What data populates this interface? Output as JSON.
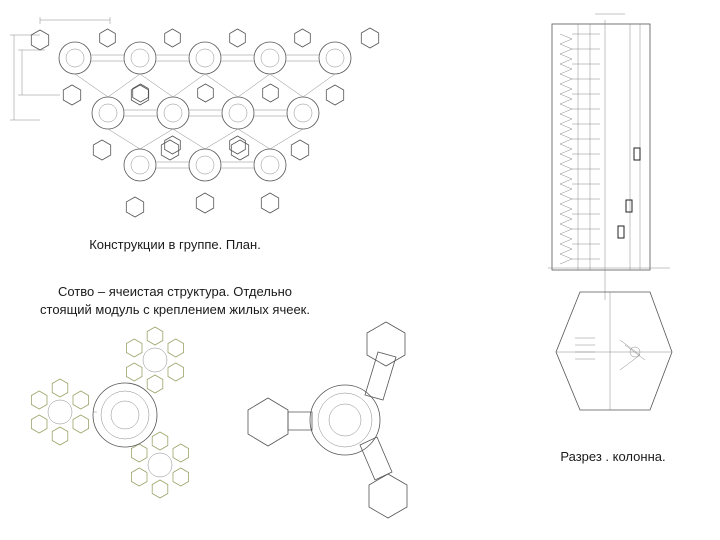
{
  "captions": {
    "plan": "Конструкции в группе. План.",
    "honeycomb": "Сотво – ячеистая структура. Отдельно\nстоящий модуль с креплением жилых ячеек.",
    "section": "Разрез . колонна."
  },
  "colors": {
    "line": "#555555",
    "accent_cells": "#9aa56a",
    "background": "#ffffff"
  }
}
